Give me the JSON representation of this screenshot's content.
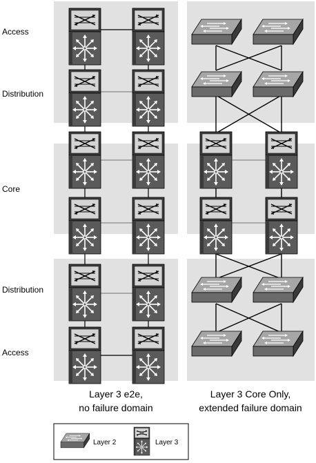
{
  "tiers": [
    "Access",
    "Distribution",
    "Core",
    "Distribution",
    "Access"
  ],
  "captions": {
    "left": [
      "Layer 3 e2e,",
      "no failure domain"
    ],
    "right": [
      "Layer 3 Core Only,",
      "extended failure domain"
    ]
  },
  "legend": {
    "layer2_label": "Layer 2",
    "layer3_label": "Layer 3"
  },
  "colors": {
    "band": "#e1e1e1",
    "switch_top": "#a6a6a6",
    "switch_side": "#555555",
    "router_body": "#5a5a5a",
    "link": "#000000"
  },
  "icons": {
    "layer2": "workgroup-switch-icon",
    "layer3": "multilayer-switch-icon"
  }
}
